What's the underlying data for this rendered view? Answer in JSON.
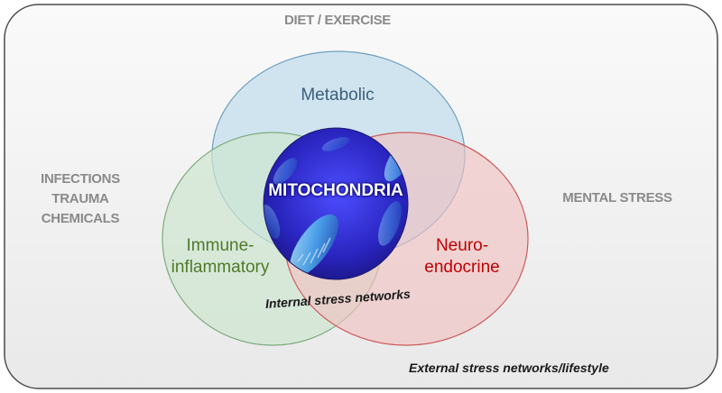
{
  "outer_labels": {
    "top": "DIET / EXERCISE",
    "left_line1": "INFECTIONS",
    "left_line2": "TRAUMA",
    "left_line3": "CHEMICALS",
    "right": "MENTAL STRESS"
  },
  "circles": {
    "metabolic": "Metabolic",
    "immune_line1": "Immune-",
    "immune_line2": "inflammatory",
    "neuro_line1": "Neuro-",
    "neuro_line2": "endocrine"
  },
  "center_label": "MITOCHONDRIA",
  "internal_label": "Internal stress networks",
  "external_label": "External stress networks/lifestyle",
  "colors": {
    "metabolic": "#c8e0ee",
    "immune": "#cfe6d2",
    "neuro": "#f2c4c4",
    "immune_text": "#4f7a28",
    "neuro_text": "#c00000",
    "metabolic_text": "#3b5f7a",
    "center_bg": "#2a2ab0"
  }
}
